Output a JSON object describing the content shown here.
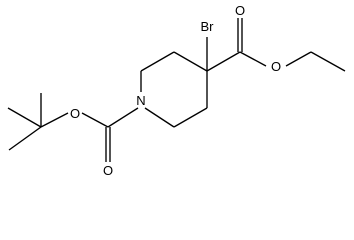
{
  "molecule": {
    "atoms": {
      "br": "Br",
      "n": "N",
      "o_ester_carbonyl": "O",
      "o_ester_link": "O",
      "o_boc_link": "O",
      "o_boc_carbonyl": "O"
    }
  }
}
